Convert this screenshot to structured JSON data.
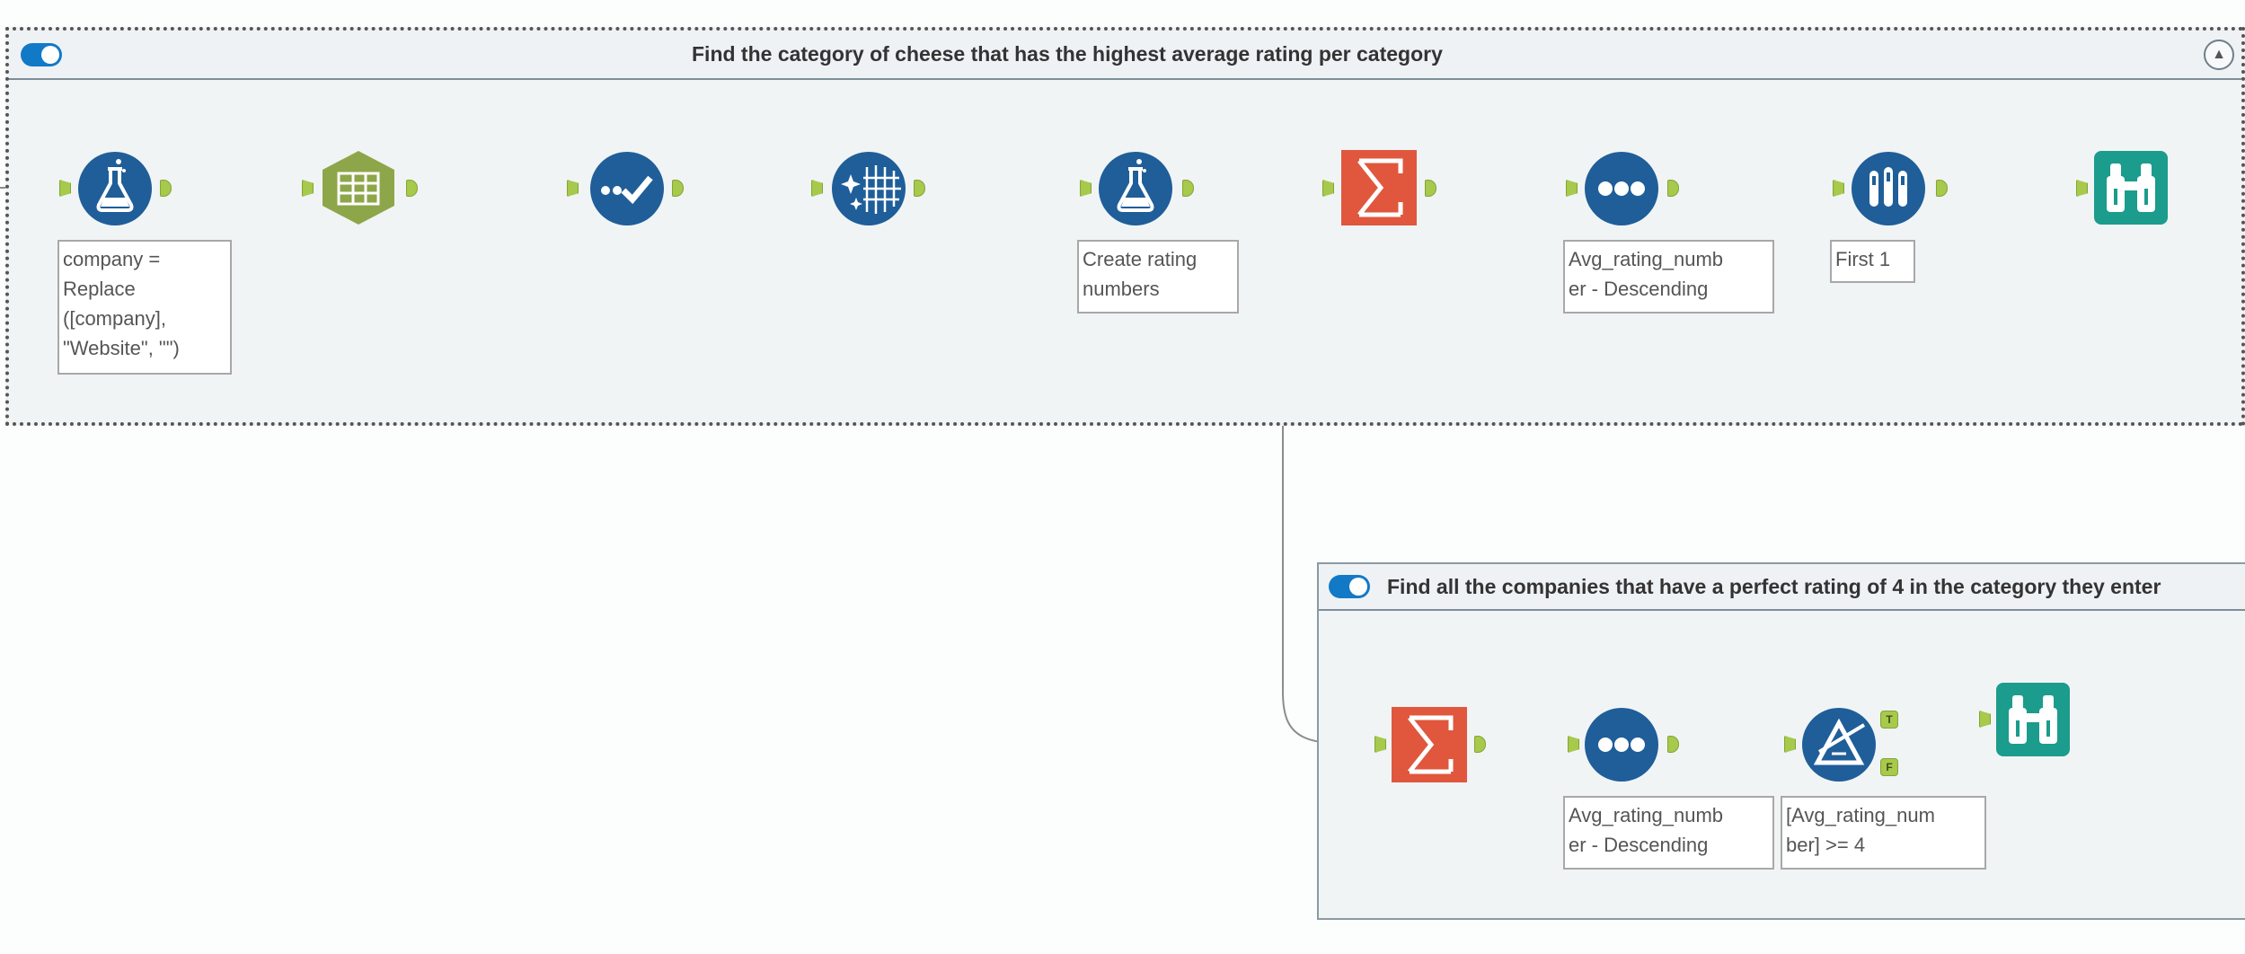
{
  "containers": [
    {
      "title": "Find the category of cheese that has the highest average rating per category",
      "toggle_on": true,
      "collapse_icon": "chevron-up-icon"
    },
    {
      "title": "Find all the companies that have a perfect rating of 4 in the category they enter",
      "toggle_on": true
    }
  ],
  "annotations": {
    "formula_1": "company =\nReplace\n([company],\n\"Website\", \"\")",
    "formula_2": "Create rating\nnumbers",
    "sort_1": "Avg_rating_numb\ner - Descending",
    "sample_1": "First 1",
    "sort_2": "Avg_rating_numb\ner - Descending",
    "filter_1": "[Avg_rating_num\nber] >= 4"
  },
  "filter_ports": {
    "true_label": "T",
    "false_label": "F"
  },
  "tools": [
    {
      "name": "formula-tool-1",
      "icon": "flask-icon",
      "color": "#1f5e99"
    },
    {
      "name": "cross-tab-tool",
      "icon": "table-hexagon-icon",
      "color": "#8ea64a"
    },
    {
      "name": "select-tool",
      "icon": "check-dots-icon",
      "color": "#1f5e99"
    },
    {
      "name": "data-cleansing-tool",
      "icon": "sparkle-grid-icon",
      "color": "#1f5e99"
    },
    {
      "name": "formula-tool-2",
      "icon": "flask-icon",
      "color": "#1f5e99"
    },
    {
      "name": "summarize-tool-1",
      "icon": "sigma-icon",
      "color": "#e0573d"
    },
    {
      "name": "sort-tool-1",
      "icon": "three-dots-icon",
      "color": "#1f5e99"
    },
    {
      "name": "sample-tool",
      "icon": "test-tubes-icon",
      "color": "#1f5e99"
    },
    {
      "name": "browse-tool-1",
      "icon": "binoculars-icon",
      "color": "#1b9c8c"
    },
    {
      "name": "summarize-tool-2",
      "icon": "sigma-icon",
      "color": "#e0573d"
    },
    {
      "name": "sort-tool-2",
      "icon": "three-dots-icon",
      "color": "#1f5e99"
    },
    {
      "name": "filter-tool",
      "icon": "filter-triangle-icon",
      "color": "#1f5e99"
    },
    {
      "name": "browse-tool-2",
      "icon": "binoculars-icon",
      "color": "#1b9c8c"
    }
  ]
}
